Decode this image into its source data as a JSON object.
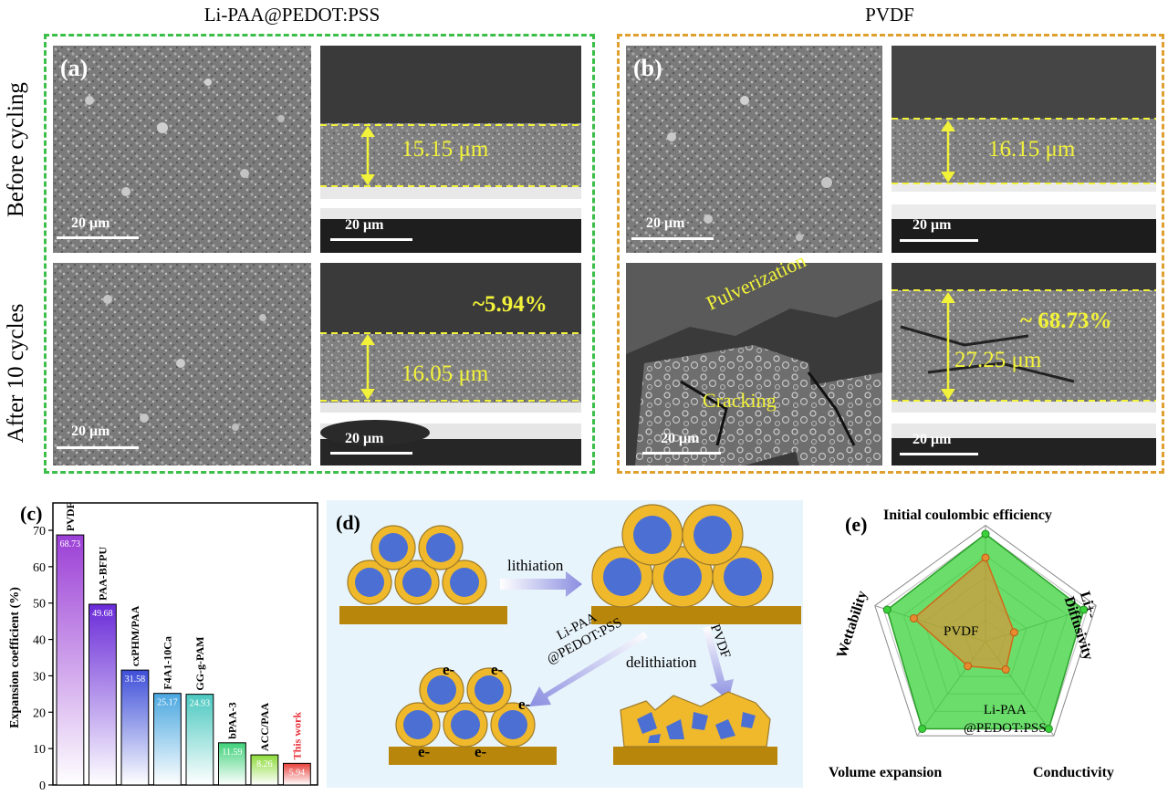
{
  "top": {
    "left_title": "Li-PAA@PEDOT:PSS",
    "right_title": "PVDF",
    "row_before": "Before cycling",
    "row_after": "After 10 cycles",
    "panel_a": "(a)",
    "panel_b": "(b)",
    "scale": "20 μm",
    "thick_a_before": "15.15 μm",
    "thick_a_after": "16.05 μm",
    "pct_a": "~5.94%",
    "thick_b_before": "16.15 μm",
    "thick_b_after": "27.25 μm",
    "pct_b": "~ 68.73%",
    "pulverization": "Pulverization",
    "cracking": "Cracking",
    "colors": {
      "green_box": "#3cbf4a",
      "orange_box": "#e0a030",
      "annotation": "#f2f23a"
    }
  },
  "panel_c_label": "(c)",
  "panel_d": {
    "label": "(d)",
    "lithiation": "lithiation",
    "delithiation": "delithiation",
    "lipaa_line1": "Li-PAA",
    "lipaa_line2": "@PEDOT:PSS",
    "pvdf": "PVDF",
    "electron": "e-"
  },
  "panel_e": {
    "label": "(e)",
    "axes": [
      "Initial coulombic efficiency",
      "Li+- Diffusivity",
      "Conductivity",
      "Volume expansion",
      "Wettability"
    ],
    "series_pvdf": "PVDF",
    "series_lipaa_1": "Li-PAA",
    "series_lipaa_2": "@PEDOT:PSS",
    "pvdf_values": [
      0.78,
      0.28,
      0.32,
      0.28,
      0.7
    ],
    "lipaa_values": [
      1.0,
      0.96,
      1.0,
      1.0,
      0.96
    ],
    "colors": {
      "lipaa": "#3ad13a",
      "pvdf": "#e88a30"
    }
  },
  "chart_data": {
    "type": "bar",
    "ylabel": "Expansion coefficient (%)",
    "ylim": [
      0,
      70
    ],
    "yticks": [
      0,
      10,
      20,
      30,
      40,
      50,
      60,
      70
    ],
    "categories": [
      "PVDF",
      "PAA-BFPU",
      "cxPHM/PAA",
      "F4A1-10Ca",
      "GG-g-PAM",
      "bPAA-3",
      "ACC/PAA",
      "This work"
    ],
    "values": [
      68.73,
      49.68,
      31.58,
      25.17,
      24.93,
      11.59,
      8.26,
      5.94
    ],
    "value_labels": [
      "68.73",
      "49.68",
      "31.58",
      "25.17",
      "24.93",
      "11.59",
      "8.26",
      "5.94"
    ],
    "colors": [
      "#9b3fd6",
      "#6a2bd8",
      "#3e4fd8",
      "#4aa7e0",
      "#4cc9c0",
      "#3fd17a",
      "#8ddb3a",
      "#e8403a"
    ]
  }
}
